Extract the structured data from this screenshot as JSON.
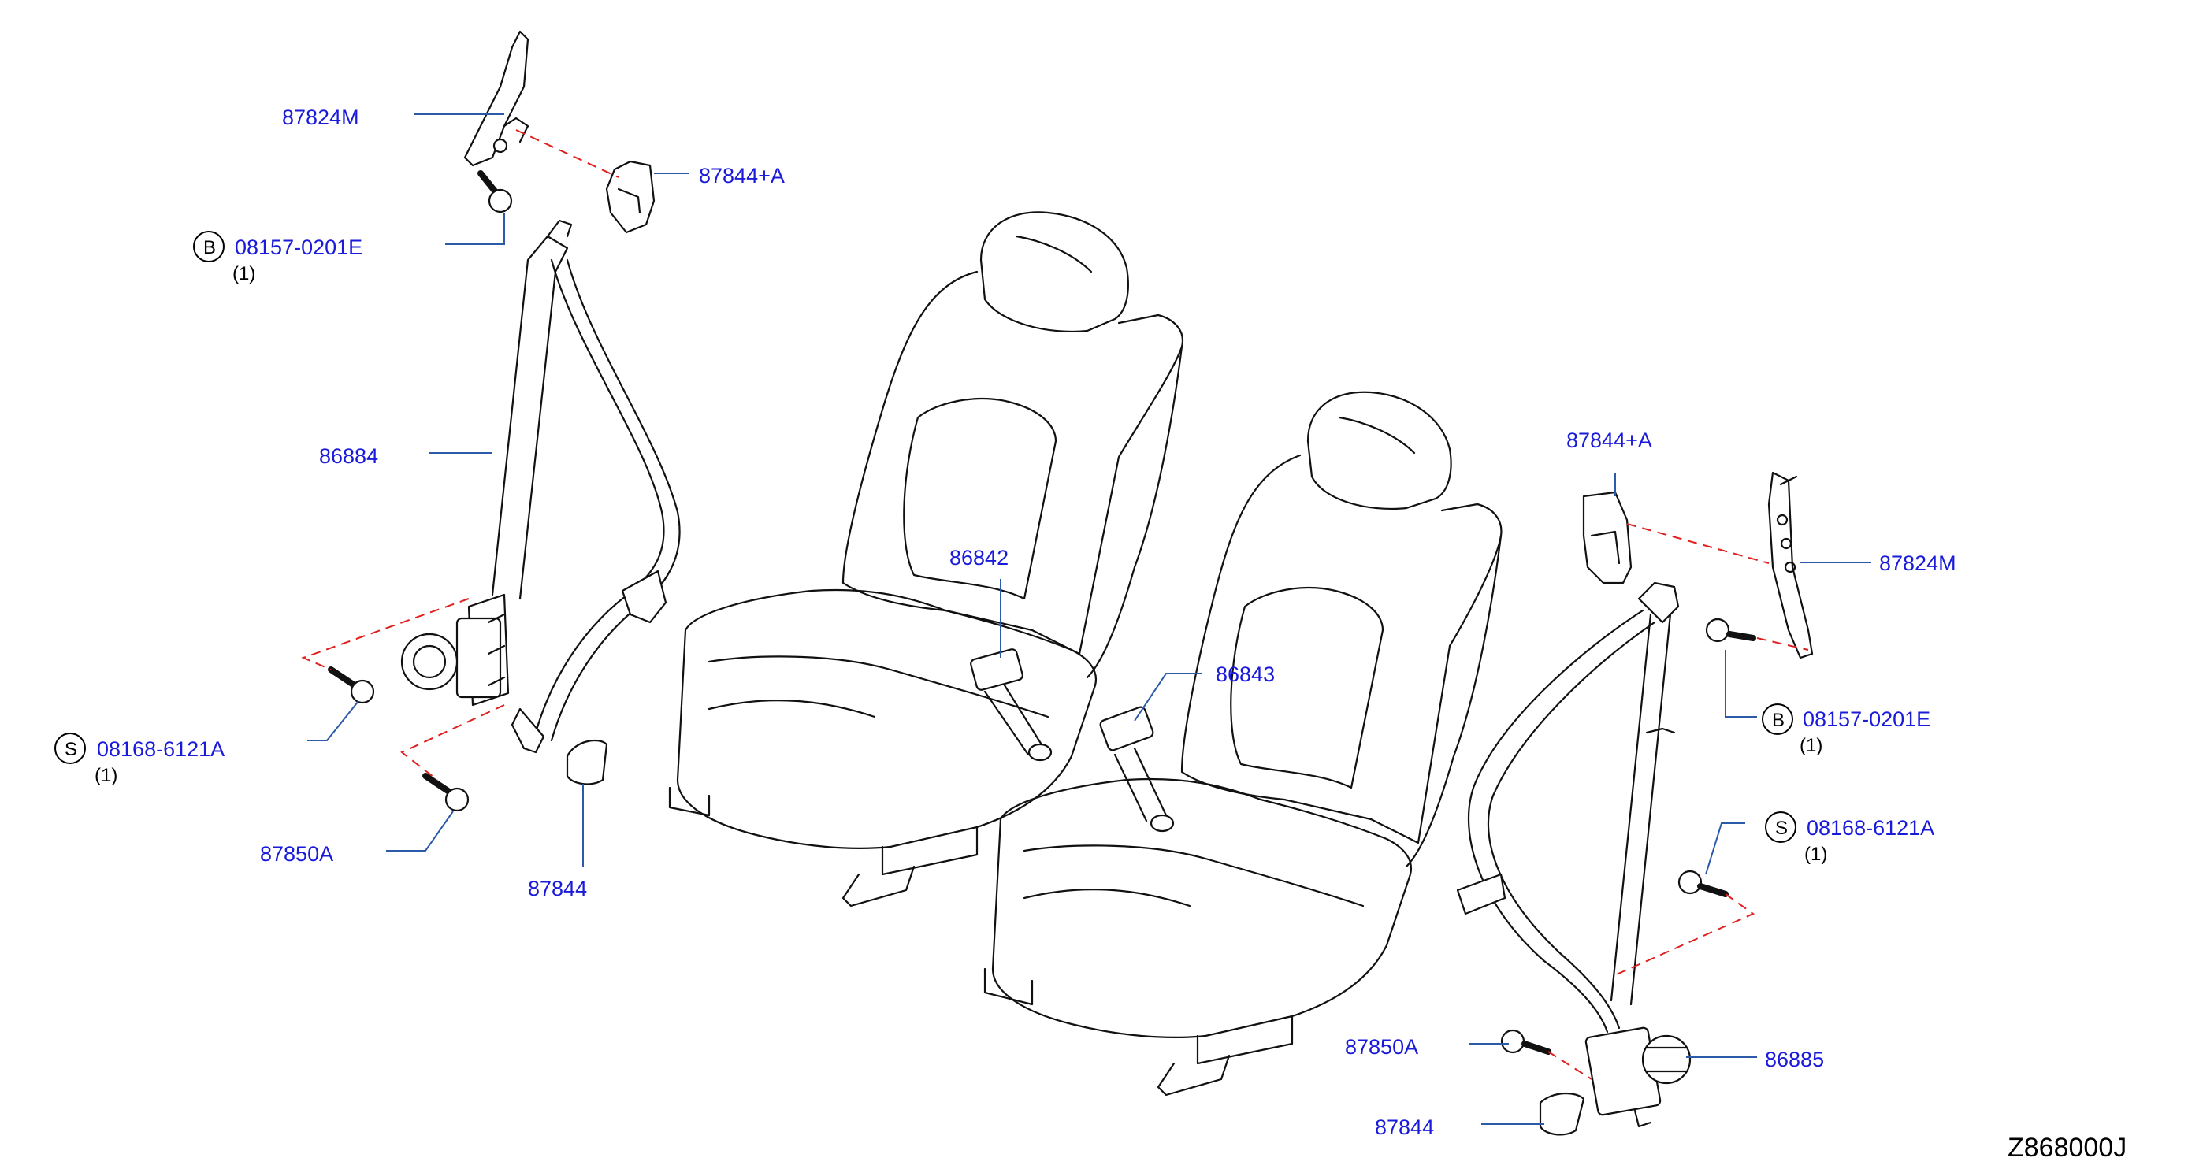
{
  "diagram_code": "Z868000J",
  "callouts": {
    "left_bracket": "87824M",
    "left_cover_a": "87844+A",
    "left_bolt_b": "08157-0201E",
    "left_bolt_b_qty": "(1)",
    "left_belt": "86884",
    "left_bolt_s": "08168-6121A",
    "left_bolt_s_qty": "(1)",
    "left_anchor_bolt": "87850A",
    "left_cover": "87844",
    "buckle_left": "86842",
    "buckle_right": "86843",
    "right_cover_a": "87844+A",
    "right_bracket": "87824M",
    "right_bolt_b": "08157-0201E",
    "right_bolt_b_qty": "(1)",
    "right_bolt_s": "08168-6121A",
    "right_bolt_s_qty": "(1)",
    "right_anchor_bolt": "87850A",
    "right_belt": "86885",
    "right_cover": "87844"
  },
  "symbols": {
    "bolt_b": "B",
    "bolt_s": "S"
  },
  "colors": {
    "label": "#1a1adb",
    "leader": "#2a5aa8",
    "dashed_reference": "#e02020",
    "line_art": "#111111"
  }
}
